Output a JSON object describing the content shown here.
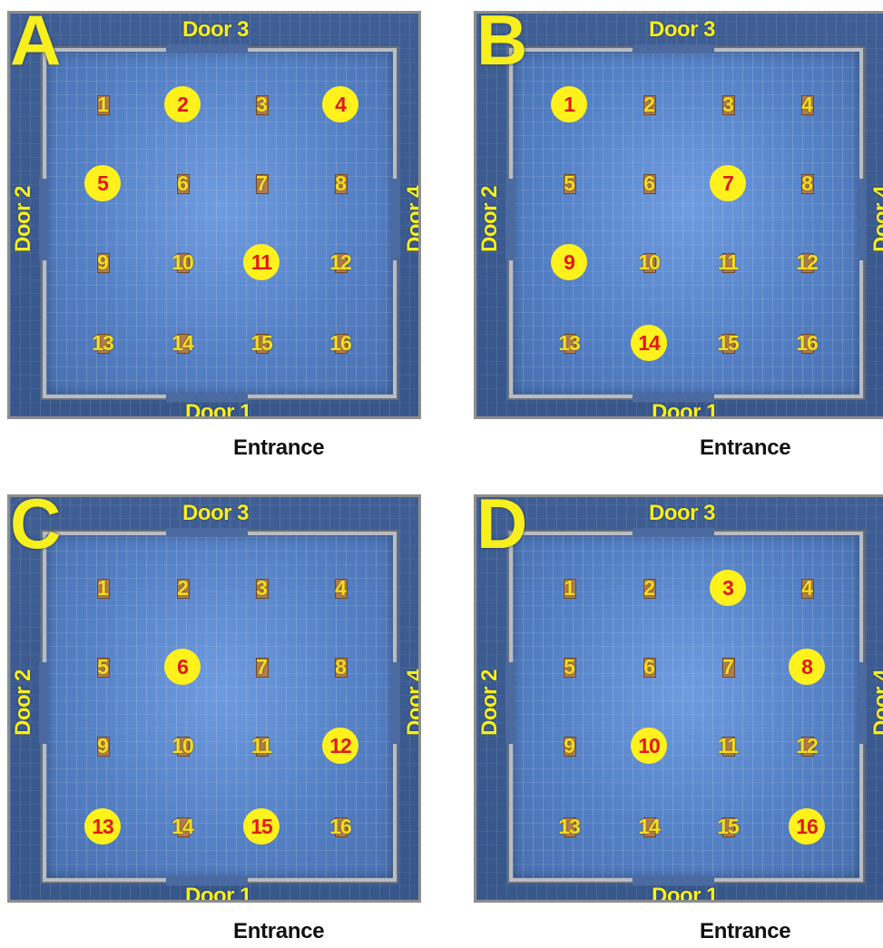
{
  "panels": [
    {
      "letter": "A",
      "doors": {
        "top": "Door 3",
        "bottom": "Door 1",
        "left": "Door 2",
        "right": "Door 4"
      },
      "entrance": "Entrance",
      "stations": [
        "1",
        "2",
        "3",
        "4",
        "5",
        "6",
        "7",
        "8",
        "9",
        "10",
        "11",
        "12",
        "13",
        "14",
        "15",
        "16"
      ],
      "highlighted": [
        "2",
        "4",
        "5",
        "11"
      ]
    },
    {
      "letter": "B",
      "doors": {
        "top": "Door 3",
        "bottom": "Door 1",
        "left": "Door 2",
        "right": "Door 4"
      },
      "entrance": "Entrance",
      "stations": [
        "1",
        "2",
        "3",
        "4",
        "5",
        "6",
        "7",
        "8",
        "9",
        "10",
        "11",
        "12",
        "13",
        "14",
        "15",
        "16"
      ],
      "highlighted": [
        "1",
        "7",
        "9",
        "14"
      ]
    },
    {
      "letter": "C",
      "doors": {
        "top": "Door 3",
        "bottom": "Door 1",
        "left": "Door 2",
        "right": "Door 4"
      },
      "entrance": "Entrance",
      "stations": [
        "1",
        "2",
        "3",
        "4",
        "5",
        "6",
        "7",
        "8",
        "9",
        "10",
        "11",
        "12",
        "13",
        "14",
        "15",
        "16"
      ],
      "highlighted": [
        "6",
        "12",
        "13",
        "15"
      ]
    },
    {
      "letter": "D",
      "doors": {
        "top": "Door 3",
        "bottom": "Door 1",
        "left": "Door 2",
        "right": "Door 4"
      },
      "entrance": "Entrance",
      "stations": [
        "1",
        "2",
        "3",
        "4",
        "5",
        "6",
        "7",
        "8",
        "9",
        "10",
        "11",
        "12",
        "13",
        "14",
        "15",
        "16"
      ],
      "highlighted": [
        "3",
        "8",
        "10",
        "16"
      ]
    }
  ],
  "colors": {
    "highlight_fill": "#fff21c",
    "highlight_text": "#e11818",
    "station_text": "#f4dc22",
    "door_label": "#f7ef1e",
    "floor": "#5581c6"
  }
}
